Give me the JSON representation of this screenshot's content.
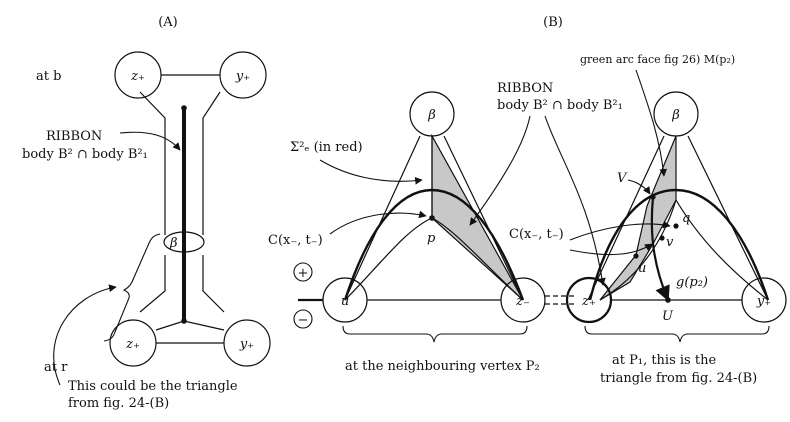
{
  "panels": {
    "a": {
      "title": "(A)",
      "at_b": "at b",
      "at_r": "at r",
      "node_top_left": "z₊",
      "node_top_right": "y₊",
      "node_bottom_left": "z₊",
      "node_bottom_right": "y₊",
      "beta": "β",
      "ribbon_line1": "RIBBON",
      "ribbon_line2": "body B² ∩ body B²₁",
      "triangle_note_line1": "This could be the triangle",
      "triangle_note_line2": "from fig. 24-(B)"
    },
    "b": {
      "title": "(B)",
      "plus": "+",
      "minus": "−",
      "sigma_label": "Σ²ₑ (in red)",
      "c_left": "C(x₋, t₋)",
      "c_right": "C(x₋, t₋)",
      "p": "p",
      "u_left": "u",
      "z_minus": "z₋",
      "beta_left": "β",
      "beta_right": "β",
      "z_plus": "z₊",
      "y_plus": "y₊",
      "ribbon_line1": "RIBBON",
      "ribbon_line2": "body B² ∩ body B²₁",
      "green_note": "green arc face fig 26) M(p₂)",
      "V": "V",
      "q": "q",
      "v": "v",
      "u_right": "u",
      "g_label": "g(p₂)",
      "U": "U",
      "left_caption": "at the neighbouring vertex P₂",
      "right_caption_line1": "at P₁, this is the",
      "right_caption_line2": "triangle from fig. 24-(B)"
    }
  },
  "colors": {
    "shade": "#c8c8c8",
    "ink": "#111111"
  }
}
